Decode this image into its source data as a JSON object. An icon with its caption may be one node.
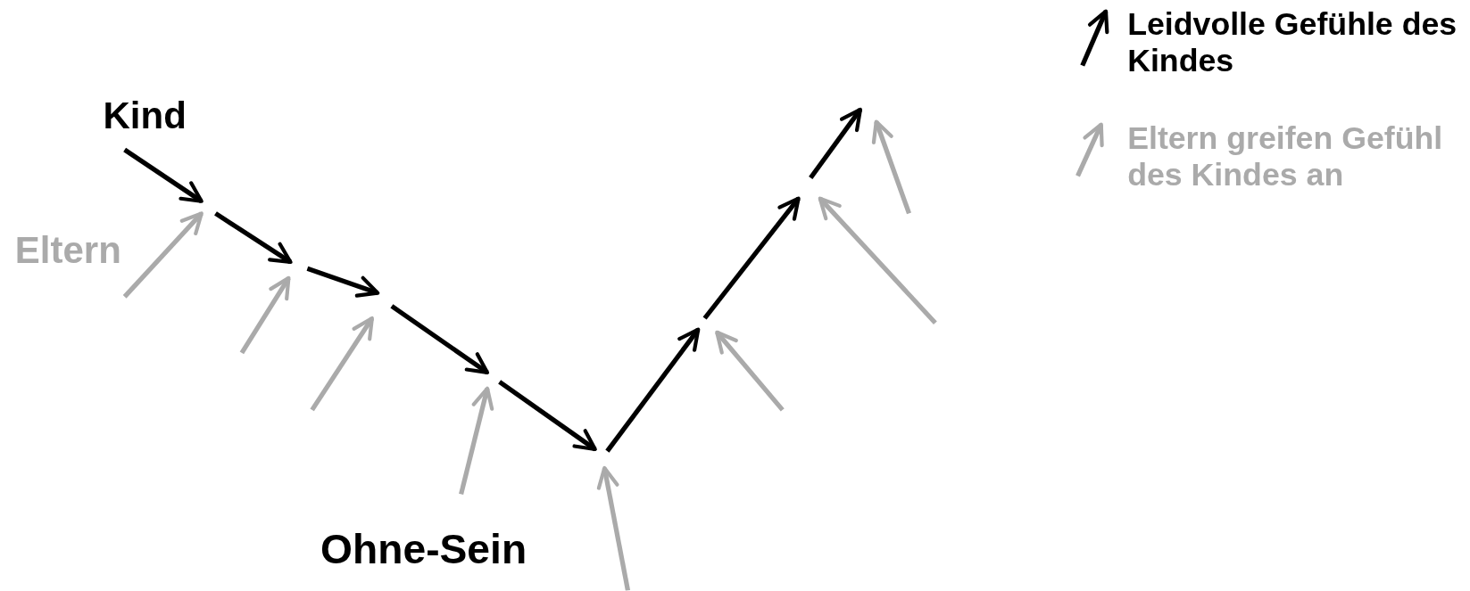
{
  "diagram": {
    "labels": [
      "Kind",
      "Eltern",
      "Ohne-Sein"
    ],
    "legend": [
      {
        "text": "Leidvolle Gefühle des Kindes"
      },
      {
        "text": "Eltern greifen Gefühl des Kindes an"
      }
    ]
  }
}
